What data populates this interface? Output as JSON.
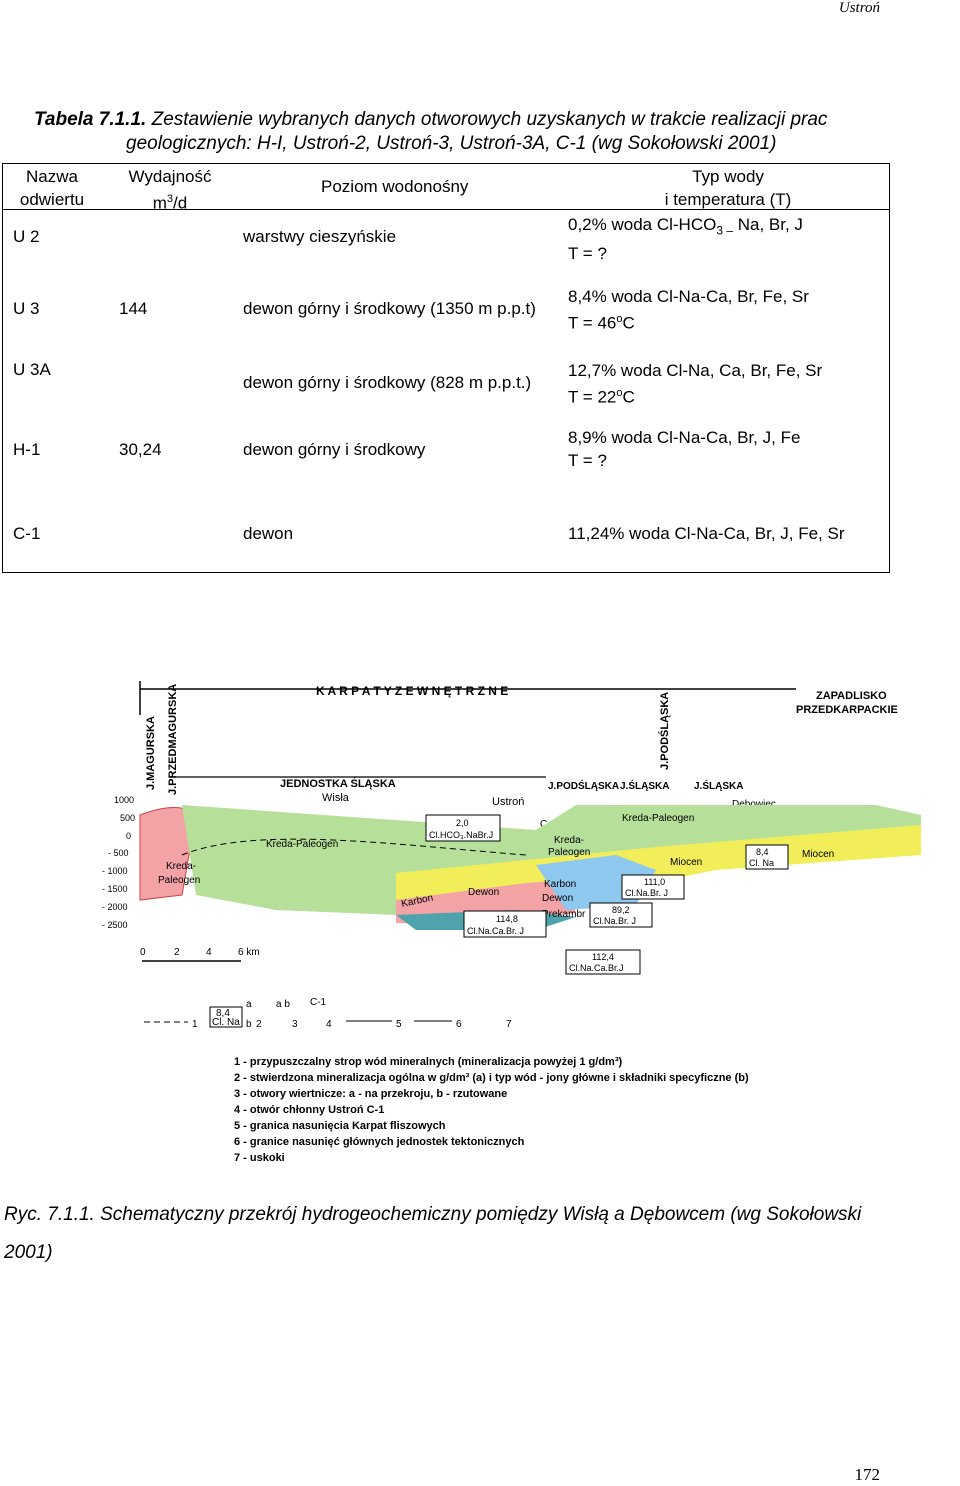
{
  "header": {
    "running_title": "Ustroń"
  },
  "table_caption": {
    "label": "Tabela  7.1.1.",
    "text_line1": " Zestawienie  wybranych  danych  otworowych  uzyskanych  w  trakcie  realizacji  prac",
    "text_line2": "geologicznych: H-I, Ustroń-2, Ustroń-3, Ustroń-3A, C-1 (wg Sokołowski 2001)"
  },
  "table": {
    "headers": {
      "name_l1": "Nazwa",
      "name_l2": "odwiertu",
      "yield_l1": "Wydajność",
      "yield_l2": "m",
      "yield_sup": "3",
      "yield_l2b": "/d",
      "level": "Poziom wodonośny",
      "type_l1": "Typ wody",
      "type_l2": "i temperatura (T)"
    },
    "rows": [
      {
        "name": "U 2",
        "yield": "",
        "level": "warstwy cieszyńskie",
        "type_a": "0,2% woda Cl-HCO",
        "type_sub": "3 –",
        "type_b": " Na, Br, J",
        "temp": "T = ?"
      },
      {
        "name": "U 3",
        "yield": "144",
        "level": "dewon górny i środkowy (1350 m p.p.t)",
        "type": "8,4% woda Cl-Na-Ca, Br, Fe, Sr",
        "temp_a": "T = 46",
        "temp_sup": "o",
        "temp_b": "C"
      },
      {
        "name": "U 3A",
        "yield": "",
        "level": "dewon górny i środkowy (828 m p.p.t.)",
        "type": "12,7% woda Cl-Na, Ca, Br, Fe, Sr",
        "temp_a": "T = 22",
        "temp_sup": "o",
        "temp_b": "C"
      },
      {
        "name": "H-1",
        "yield": "30,24",
        "level": "dewon górny i środkowy",
        "type": "8,9% woda Cl-Na-Ca, Br, J, Fe",
        "temp": "T = ?"
      },
      {
        "name": "C-1",
        "yield": "",
        "level": "dewon",
        "type": "11,24% woda Cl-Na-Ca, Br, J, Fe, Sr"
      }
    ]
  },
  "figure": {
    "top_label": "K A R P A T Y   Z E W N Ę T R Z N E",
    "zapadlisko_l1": "ZAPADLISKO",
    "zapadlisko_l2": "PRZEDKARPACKIE",
    "vert_magurska": "J.MAGURSKA",
    "vert_przedmag": "J.PRZEDMAGURSKA",
    "vert_podslaska": "J.PODŚLĄSKA",
    "jednostka_l1": "JEDNOSTKA ŚLĄSKA",
    "jednostka_l2": "Wisła",
    "ustron": "Ustroń",
    "podslask_label": "J.PODŚLĄSKA",
    "slask_label": "J.ŚLĄSKA",
    "slask2_label": "J.ŚLĄSKA",
    "debowiec": "Dębowiec",
    "c1": "C-1",
    "y_ticks": [
      "1000",
      "500",
      "0",
      "- 500",
      "- 1000",
      "- 1500",
      "- 2000",
      "- 2500"
    ],
    "units": {
      "kreda_paleogen_main": "Kreda-Paleogen",
      "kreda_paleogen_left_l1": "Kreda-",
      "kreda_paleogen_left_l2": "Paleogen",
      "kreda_paleogen_right": "Kreda-Paleogen",
      "kreda_mid_l1": "Kreda-",
      "kreda_mid_l2": "Paleogen",
      "karbon_left": "Karbon",
      "karbon_mid": "Karbon",
      "dewon_left": "Dewon",
      "dewon_mid": "Dewon",
      "prekambr": "Prekambr",
      "miocen_mid": "Miocen",
      "miocen_right": "Miocen"
    },
    "boxes": [
      {
        "val": "2,0",
        "chem": "Cl.HCO₃.NaBr.J"
      },
      {
        "val": "114,8",
        "chem": "Cl.Na.Ca.Br. J"
      },
      {
        "val": "111,0",
        "chem": "Cl.Na.Br. J"
      },
      {
        "val": "89,2",
        "chem": "Cl.Na.Br. J"
      },
      {
        "val": "112,4",
        "chem": "Cl.Na.Ca.Br.J"
      },
      {
        "val": "8,4",
        "chem": "Cl. Na"
      }
    ],
    "scale": {
      "labels": [
        "0",
        "2",
        "4",
        "6 km"
      ]
    },
    "legend_symbols": {
      "a": "a",
      "b": "b",
      "ab": "a b",
      "c1": "C-1",
      "box_val": "8,4",
      "box_chem": "Cl. Na",
      "n1": "1",
      "n2": "2",
      "n3": "3",
      "n4": "4",
      "n5": "5",
      "n6": "6",
      "n7": "7"
    },
    "legend": [
      "1 - przypuszczalny strop wód mineralnych (mineralizacja powyżej 1 g/dm³)",
      "2 - stwierdzona mineralizacja ogólna w g/dm³ (a) i typ wód  - jony główne i składniki specyficzne (b)",
      "3 - otwory wiertnicze: a - na przekroju, b - rzutowane",
      "4 - otwór chłonny Ustroń C-1",
      "5 - granica nasunięcia Karpat fliszowych",
      "6 - granice nasunięć głównych jednostek tektonicznych",
      "7 - uskoki"
    ],
    "colors": {
      "yellow": "#f2ee5a",
      "green": "#b6e09a",
      "pink": "#f3a3a6",
      "blue": "#8fc8ef",
      "teal": "#4fa3ad"
    }
  },
  "figure_caption": {
    "text": "Ryc. 7.1.1. Schematyczny przekrój hydrogeochemiczny pomiędzy Wisłą a Dębowcem (wg Sokołowski 2001)"
  },
  "page_number": "172"
}
